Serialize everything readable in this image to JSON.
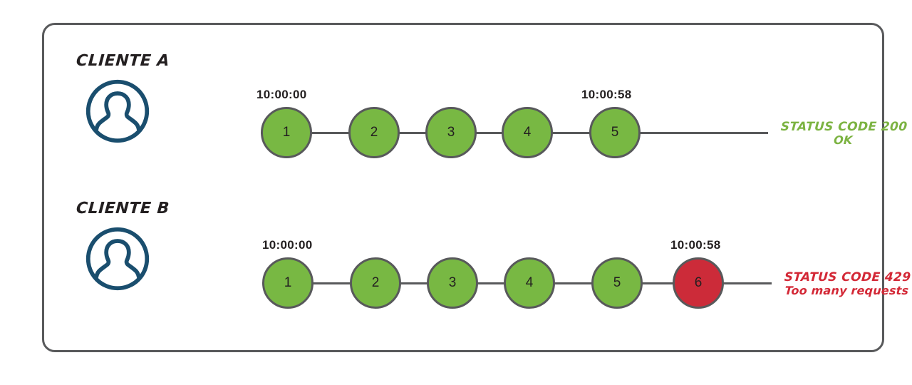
{
  "diagram": {
    "title_hidden": "",
    "colors": {
      "node_green": "#78b843",
      "node_red": "#cc2b39",
      "node_border": "#58595b",
      "avatar": "#1a4e6e",
      "status_ok": "#7cb342",
      "status_error": "#d32836",
      "card_border": "#58595b",
      "text": "#231f20"
    },
    "rows": [
      {
        "id": "client-a",
        "label": "CLIENTE A",
        "avatar_icon": "user-avatar-icon",
        "start_time": "10:00:00",
        "end_time": "10:00:58",
        "nodes": [
          {
            "number": "1",
            "state": "ok"
          },
          {
            "number": "2",
            "state": "ok"
          },
          {
            "number": "3",
            "state": "ok"
          },
          {
            "number": "4",
            "state": "ok"
          },
          {
            "number": "5",
            "state": "ok"
          }
        ],
        "status": {
          "line1": "STATUS CODE 200",
          "line2": "OK",
          "kind": "ok"
        }
      },
      {
        "id": "client-b",
        "label": "CLIENTE B",
        "avatar_icon": "user-avatar-icon",
        "start_time": "10:00:00",
        "end_time": "10:00:58",
        "nodes": [
          {
            "number": "1",
            "state": "ok"
          },
          {
            "number": "2",
            "state": "ok"
          },
          {
            "number": "3",
            "state": "ok"
          },
          {
            "number": "4",
            "state": "ok"
          },
          {
            "number": "5",
            "state": "ok"
          },
          {
            "number": "6",
            "state": "error"
          }
        ],
        "status": {
          "line1": "STATUS CODE 429",
          "line2": "Too many requests",
          "kind": "error"
        }
      }
    ]
  }
}
